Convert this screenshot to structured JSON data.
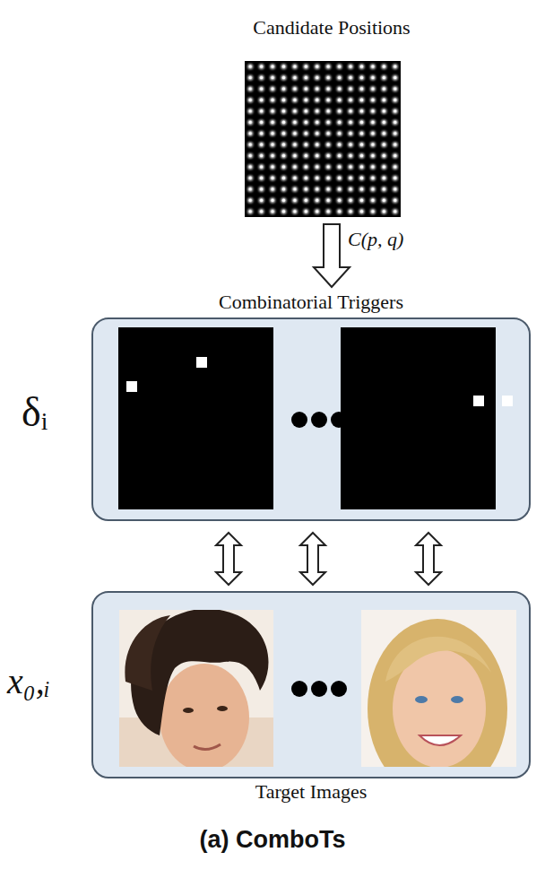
{
  "diagram": {
    "nodes": [
      {
        "text": [
          "Candidate Positions"
        ]
      },
      {
        "text": [
          "Combinatorial Triggers"
        ]
      },
      {
        "text": [
          "Target Images"
        ]
      }
    ],
    "edges": [
      {
        "from": 0,
        "to": 1,
        "arrow": "to",
        "label": "C(p, q)"
      },
      {
        "from": 1,
        "to": 2,
        "arrow": "both"
      },
      {
        "from": 1,
        "to": 2,
        "arrow": "both"
      },
      {
        "from": 1,
        "to": 2,
        "arrow": "both"
      }
    ],
    "labels": [
      "δᵢ",
      "x₀,ᵢ",
      "(a) ComboTs"
    ]
  }
}
